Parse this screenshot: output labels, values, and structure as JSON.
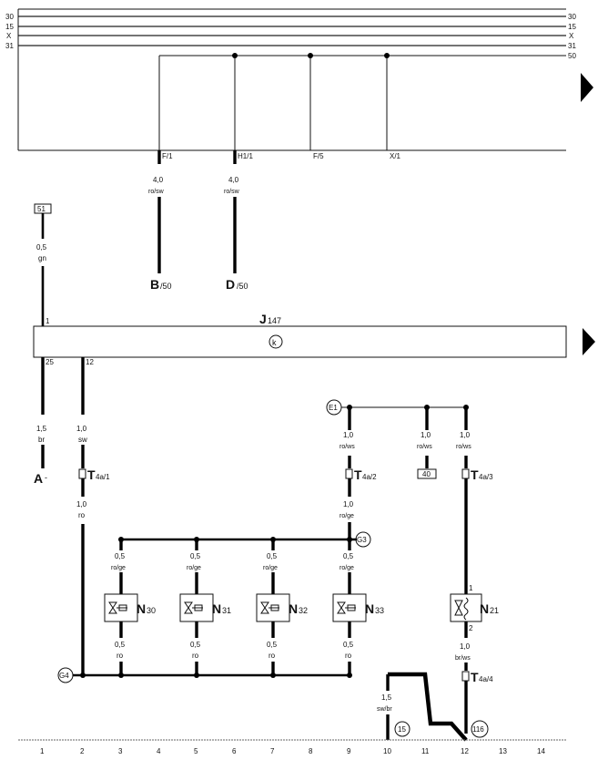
{
  "rails": {
    "left": [
      "30",
      "15",
      "X",
      "31"
    ],
    "right": [
      "30",
      "15",
      "X",
      "31",
      "50"
    ]
  },
  "top_box": {
    "pins": [
      "F/1",
      "H1/1",
      "F/5",
      "X/1"
    ]
  },
  "top_wires": [
    {
      "size": "4,0",
      "color": "ro/sw",
      "dest_main": "B",
      "dest_sub": "/50"
    },
    {
      "size": "4,0",
      "color": "ro/sw",
      "dest_main": "D",
      "dest_sub": "/50"
    }
  ],
  "ref_box_51": "51",
  "wire_gn": {
    "size": "0,5",
    "color": "gn",
    "pin": "1"
  },
  "module": {
    "name_main": "J",
    "name_sub": "147",
    "symbol": "k"
  },
  "module_pins": {
    "p25": "25",
    "p12": "12"
  },
  "wire_br": {
    "size": "1,5",
    "color": "br",
    "dest_main": "A",
    "dest_sub": "-"
  },
  "wire_sw": {
    "size": "1,0",
    "color": "sw"
  },
  "conn_T4a1": {
    "main": "T",
    "sub": "4a/1"
  },
  "wire_ro": {
    "size": "1,0",
    "color": "ro"
  },
  "ground_G4": "G4",
  "node_E1": "E1",
  "wires_rows": [
    {
      "size": "1,0",
      "color": "ro/ws"
    },
    {
      "size": "1,0",
      "color": "ro/ws"
    },
    {
      "size": "1,0",
      "color": "ro/ws"
    }
  ],
  "conn_T4a2": {
    "main": "T",
    "sub": "4a/2"
  },
  "ref_box_40": "40",
  "conn_T4a3": {
    "main": "T",
    "sub": "4a/3"
  },
  "wire_roge_main": {
    "size": "1,0",
    "color": "ro/ge"
  },
  "node_G3": "G3",
  "valves": [
    {
      "name_main": "N",
      "name_sub": "30",
      "top_size": "0,5",
      "top_color": "ro/ge",
      "bot_size": "0,5",
      "bot_color": "ro"
    },
    {
      "name_main": "N",
      "name_sub": "31",
      "top_size": "0,5",
      "top_color": "ro/ge",
      "bot_size": "0,5",
      "bot_color": "ro"
    },
    {
      "name_main": "N",
      "name_sub": "32",
      "top_size": "0,5",
      "top_color": "ro/ge",
      "bot_size": "0,5",
      "bot_color": "ro"
    },
    {
      "name_main": "N",
      "name_sub": "33",
      "top_size": "0,5",
      "top_color": "ro/ge",
      "bot_size": "0,5",
      "bot_color": "ro"
    }
  ],
  "valve_n21": {
    "name_main": "N",
    "name_sub": "21",
    "pin1": "1",
    "pin2": "2"
  },
  "wire_brws": {
    "size": "1,0",
    "color": "br/ws"
  },
  "conn_T4a4": {
    "main": "T",
    "sub": "4a/4"
  },
  "wire_swbr": {
    "size": "1,5",
    "color": "sw/br"
  },
  "ground_15": "15",
  "ground_116": "116",
  "grid_numbers": [
    "1",
    "2",
    "3",
    "4",
    "5",
    "6",
    "7",
    "8",
    "9",
    "10",
    "11",
    "12",
    "13",
    "14"
  ]
}
